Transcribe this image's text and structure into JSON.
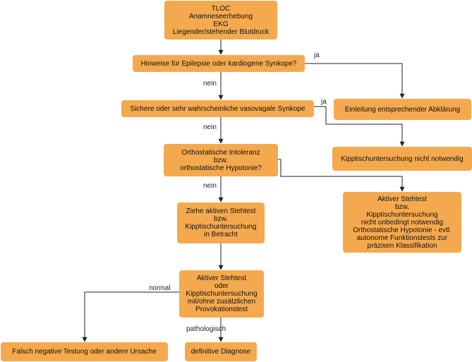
{
  "nodes": {
    "start": [
      "TLOC",
      "Anamneseerhebung",
      "EKG",
      "Liegender/stehender Blutdruck"
    ],
    "q_epilepsy": [
      "Hinweise für Epilepsie oder kardiogene Synkope?"
    ],
    "q_vasovagal": [
      "Sichere oder sehr wahrscheinliche vasovagale Synkope"
    ],
    "q_orthostatic": [
      "Orthostatische Intoleranz",
      "bzw.",
      "orthostatische Hypotonie?"
    ],
    "consider_test": [
      "Ziehe aktiven Stehtest",
      "bzw.",
      "Kipptischuntersuchung",
      "in Betracht"
    ],
    "test": [
      "Aktiver Stehtest",
      "oder",
      "Kipptischuntersuchung",
      "mit/ohne zusätzlichen",
      "Provokationstest"
    ],
    "false_negative": [
      "Falsch negative Testung oder andere Ursache"
    ],
    "definitive": [
      "definitive Diagnose"
    ],
    "workup": [
      "Einleitung entsprechender Abklärung"
    ],
    "tilt_not_needed": [
      "Kipptischuntersuchung nicht notwendig"
    ],
    "active_stand": [
      "Aktiver Stehtest",
      "bzw.",
      "Kipptischuntersuchung",
      "nicht unbedingt notwendig",
      "Orthostatische Hypotonie - evtl.",
      "autonome Funktionstests zur",
      "präzisen Klassifikation"
    ]
  },
  "edge_labels": {
    "ja_1": "ja",
    "ja_2": "ja",
    "nein_1": "nein",
    "nein_2": "nein",
    "nein_3": "nein",
    "normal": "normal",
    "pathologisch": "pathologisch"
  },
  "colors": {
    "node_fill": "#f5a94e",
    "line": "#222222"
  }
}
